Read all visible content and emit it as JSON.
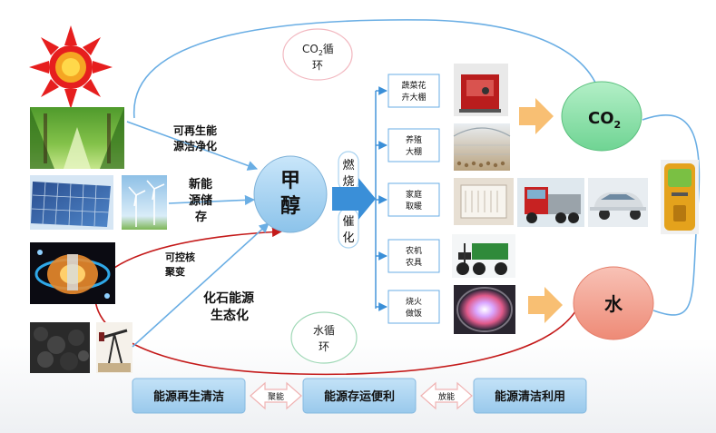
{
  "colors": {
    "bubble_blue": "#a9d3f0",
    "bubble_green": "#8fddab",
    "bubble_red": "#f2a090",
    "blue_cycle": "#6aaee4",
    "red_cycle": "#c41a1a",
    "arrow_blue": "#3a8fd8",
    "arrow_orange": "#f8bf73",
    "bar_box": "#a9d3f0",
    "bar_arrow": "#f3c6c6"
  },
  "cycles": {
    "co2_line1": "CO",
    "co2_sub": "2",
    "co2_line1b": "循",
    "co2_line2": "环",
    "water_line1": "水循",
    "water_line2": "环"
  },
  "sources": {
    "renewable_line1": "可再生能",
    "renewable_line2": "源洁净化",
    "newenergy_line1": "新能",
    "newenergy_line2": "源储",
    "newenergy_line3": "存",
    "nuclear_line1": "可控核",
    "nuclear_line2": "聚变",
    "fossil_line1": "化石能源",
    "fossil_line2": "生态化"
  },
  "center": {
    "methanol_1": "甲",
    "methanol_2": "醇",
    "combust_1": "燃",
    "combust_2": "烧",
    "catalysis_1": "催",
    "catalysis_2": "化"
  },
  "uses": [
    {
      "line1": "蔬菜花",
      "line2": "卉大棚"
    },
    {
      "line1": "养殖",
      "line2": "大棚"
    },
    {
      "line1": "家庭",
      "line2": "取暖"
    },
    {
      "line1": "农机",
      "line2": "农具"
    },
    {
      "line1": "烧火",
      "line2": "做饭"
    }
  ],
  "outputs": {
    "co2_text": "CO",
    "co2_sub": "2",
    "water_text": "水"
  },
  "bottom_bar": {
    "box1": "能源再生清洁",
    "arrow1": "聚能",
    "box2": "能源存运便利",
    "arrow2": "放能",
    "box3": "能源清洁利用"
  }
}
